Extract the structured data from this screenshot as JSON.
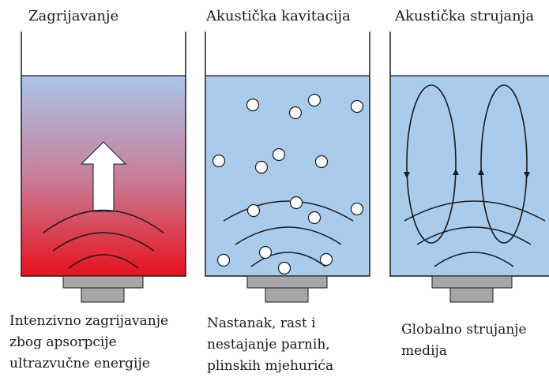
{
  "panels": [
    {
      "title": "Zagrijavanje",
      "caption": [
        "Intenzivno zagrijavanje",
        "zbog apsorpcije",
        "ultrazvučne energije"
      ]
    },
    {
      "title": "Akustička kavitacija",
      "caption": [
        "Nastanak, rast i",
        "nestajanje parnih,",
        "plinskih mjehurića"
      ]
    },
    {
      "title": "Akustička strujanja",
      "caption": [
        "Globalno strujanje",
        "medija"
      ]
    }
  ],
  "colors": {
    "liquid": "#a9cbec",
    "heat_top": "#a9c6ea",
    "heat_bottom": "#e8121e",
    "transducer": "#a6a6a6",
    "outline": "#1a1a1a",
    "bubble": "#ffffff"
  }
}
